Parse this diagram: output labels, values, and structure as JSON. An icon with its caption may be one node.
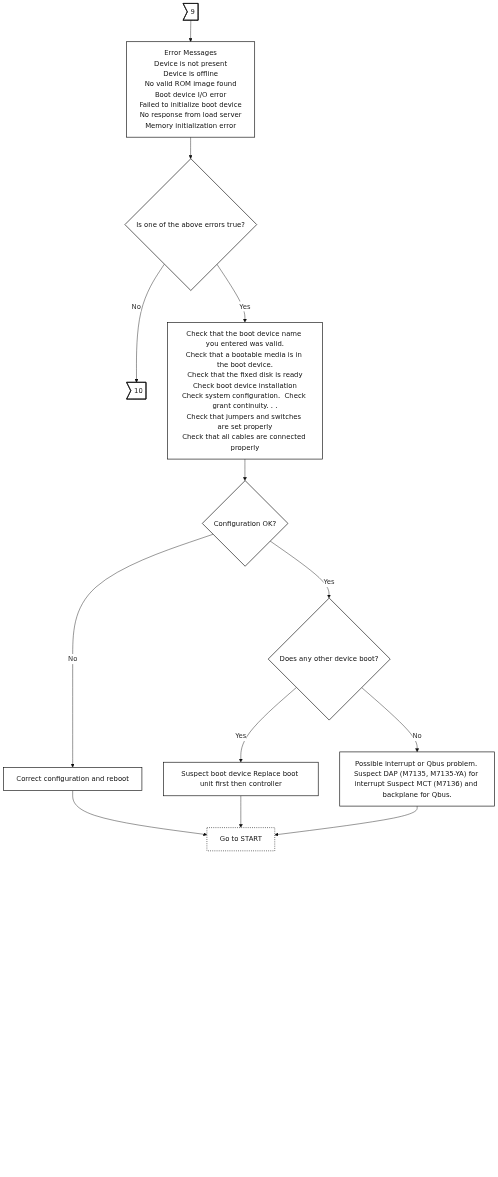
{
  "diagram": {
    "nodes": [
      {
        "text": [
          "9"
        ]
      },
      {
        "text": [
          "Error Messages",
          "Device is not present",
          "Device is offline",
          "No valid ROM image found",
          "Boot device I/O error",
          "Failed to initialize boot device",
          "No response from load server",
          "Memory initialization error"
        ]
      },
      {
        "text": [
          "Is one of the above errors true?"
        ]
      },
      {
        "text": [
          "10"
        ]
      },
      {
        "text": [
          "Check that the boot device name you entered was valid.",
          "Check that a bootable media is in the boot device.",
          "Check that the fixed disk is ready",
          "Check boot device installation",
          "Check system configuration.  Check grant continuity. . .",
          "Check that jumpers and switches are set properly",
          "Check that all cables are connected properly"
        ]
      },
      {
        "text": [
          "Configuration OK?"
        ]
      },
      {
        "text": [
          "Correct configuration and reboot"
        ]
      },
      {
        "text": [
          "Does any other device boot?"
        ]
      },
      {
        "text": [
          "Suspect boot device Replace boot unit first then controller"
        ]
      },
      {
        "text": [
          "Possible interrupt or Qbus problem. Suspect DAP (M7135, M7135-YA) for interrupt Suspect MCT (M7136) and backplane for Qbus."
        ]
      },
      {
        "text": [
          "Go to START"
        ]
      }
    ],
    "edges": [
      {
        "from": 0,
        "to": 1,
        "arrow": "to"
      },
      {
        "from": 1,
        "to": 2,
        "arrow": "to"
      },
      {
        "from": 2,
        "to": 3,
        "label": "No",
        "arrow": "to"
      },
      {
        "from": 2,
        "to": 4,
        "label": "Yes",
        "arrow": "to"
      },
      {
        "from": 4,
        "to": 5,
        "arrow": "to"
      },
      {
        "from": 5,
        "to": 6,
        "label": "No",
        "arrow": "to"
      },
      {
        "from": 5,
        "to": 7,
        "label": "Yes",
        "arrow": "to"
      },
      {
        "from": 7,
        "to": 8,
        "label": "Yes",
        "arrow": "to"
      },
      {
        "from": 7,
        "to": 9,
        "label": "No",
        "arrow": "to"
      },
      {
        "from": 6,
        "to": 10,
        "arrow": "to"
      },
      {
        "from": 8,
        "to": 10,
        "arrow": "to"
      },
      {
        "from": 9,
        "to": 10,
        "arrow": "to"
      }
    ]
  }
}
